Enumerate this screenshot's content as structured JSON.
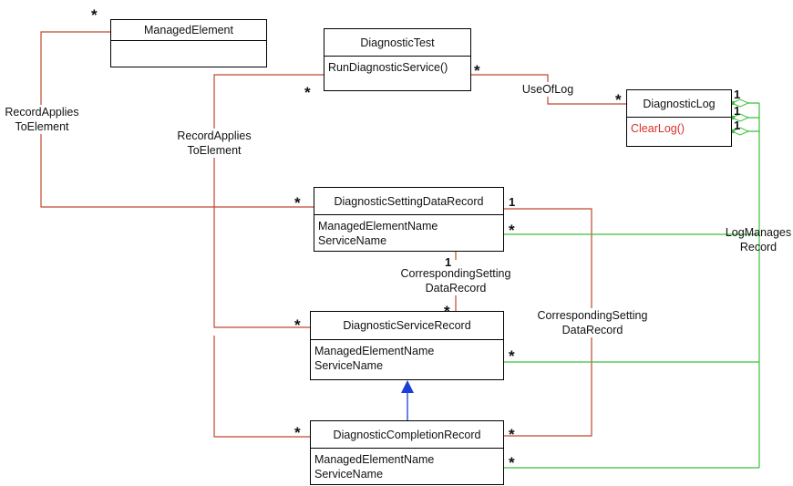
{
  "classes": {
    "managed_element": {
      "name": "ManagedElement",
      "members": []
    },
    "diagnostic_test": {
      "name": "DiagnosticTest",
      "members": [
        "RunDiagnosticService()"
      ]
    },
    "diagnostic_log": {
      "name": "DiagnosticLog",
      "members": [
        "ClearLog()"
      ]
    },
    "setting_data_record": {
      "name": "DiagnosticSettingDataRecord",
      "members": [
        "ManagedElementName",
        "ServiceName"
      ]
    },
    "service_record": {
      "name": "DiagnosticServiceRecord",
      "members": [
        "ManagedElementName",
        "ServiceName"
      ]
    },
    "completion_record": {
      "name": "DiagnosticCompletionRecord",
      "members": [
        "ManagedElementName",
        "ServiceName"
      ]
    }
  },
  "associations": {
    "record_applies_left": {
      "line1": "RecordApplies",
      "line2": "ToElement"
    },
    "record_applies_right": {
      "line1": "RecordApplies",
      "line2": "ToElement"
    },
    "use_of_log": {
      "label": "UseOfLog"
    },
    "corresponding_setting_inner": {
      "line1": "CorrespondingSetting",
      "line2": "DataRecord"
    },
    "corresponding_setting_outer": {
      "line1": "CorrespondingSetting",
      "line2": "DataRecord"
    },
    "log_manages_record": {
      "line1": "LogManages",
      "line2": "Record"
    }
  },
  "multiplicities": {
    "many": "*",
    "one": "1"
  },
  "colors": {
    "association": "#c0482e",
    "log_association": "#3cbf3c",
    "generalization": "#1a3fd6",
    "operation_text": "#d9302a"
  }
}
